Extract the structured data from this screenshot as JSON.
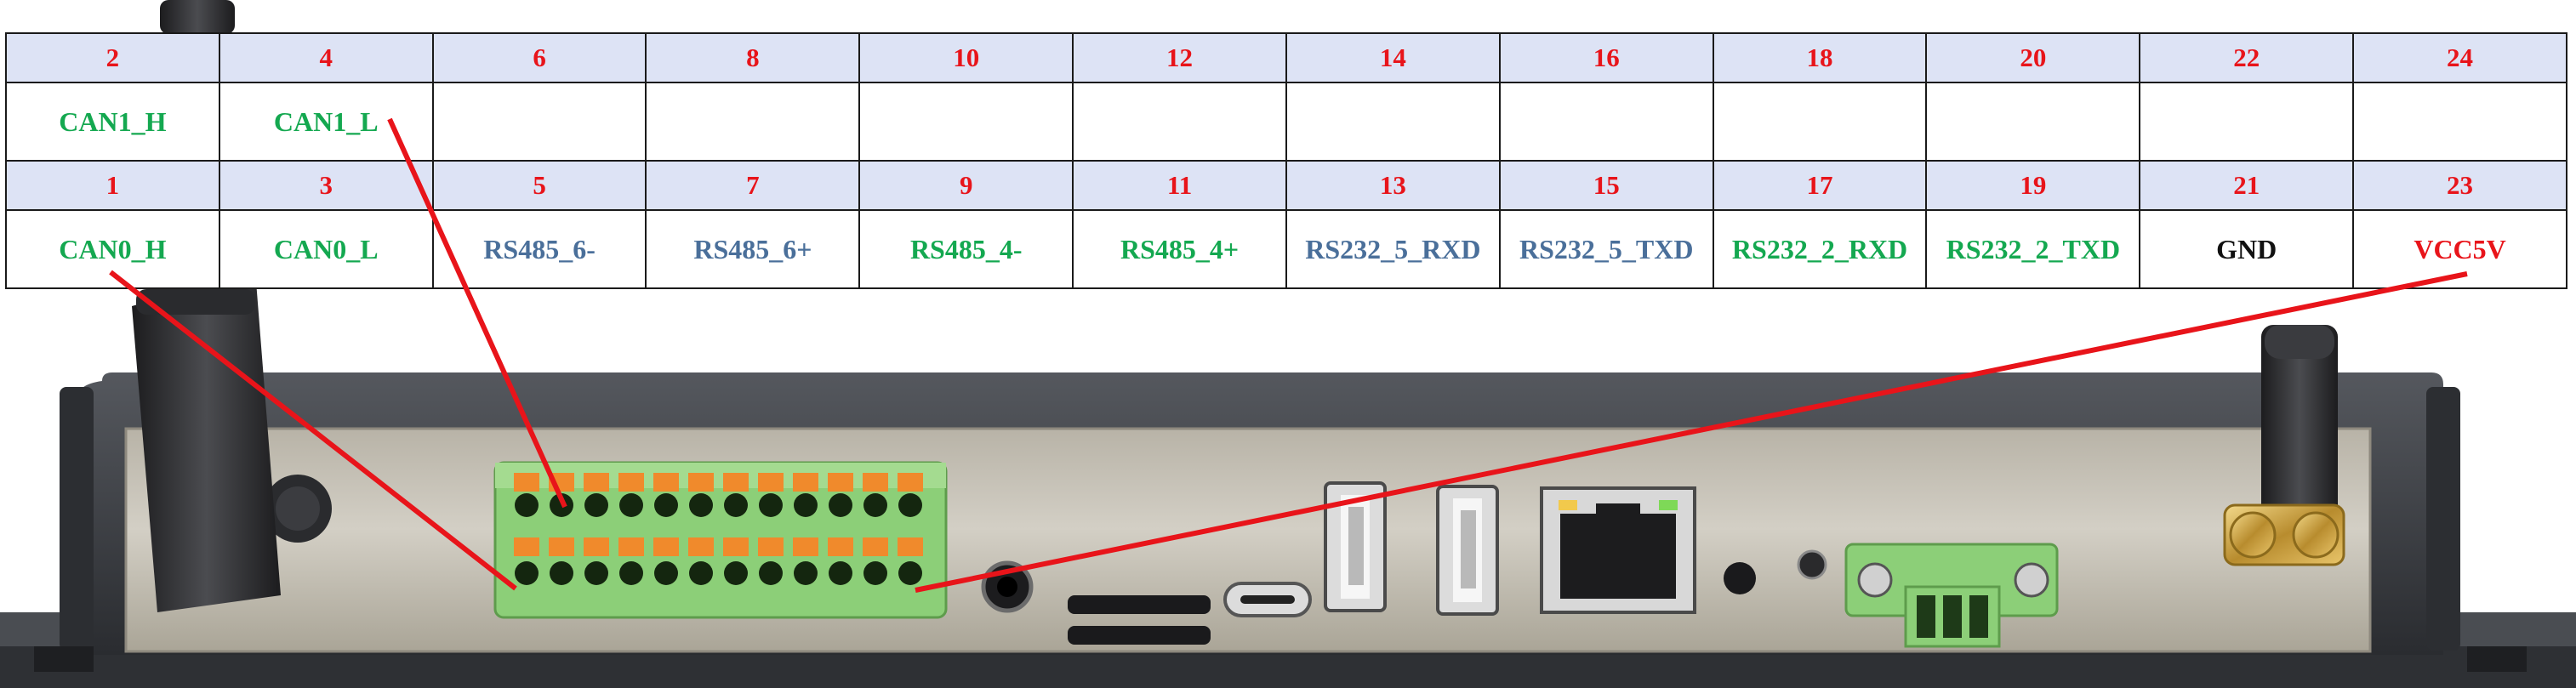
{
  "rows": [
    {
      "kind": "num",
      "cells": [
        {
          "text": "2"
        },
        {
          "text": "4"
        },
        {
          "text": "6"
        },
        {
          "text": "8"
        },
        {
          "text": "10"
        },
        {
          "text": "12"
        },
        {
          "text": "14"
        },
        {
          "text": "16"
        },
        {
          "text": "18"
        },
        {
          "text": "20"
        },
        {
          "text": "22"
        },
        {
          "text": "24"
        }
      ]
    },
    {
      "kind": "sig",
      "cells": [
        {
          "text": "CAN1_H",
          "color": "#14a850"
        },
        {
          "text": "CAN1_L",
          "color": "#14a850"
        },
        {
          "text": ""
        },
        {
          "text": ""
        },
        {
          "text": ""
        },
        {
          "text": ""
        },
        {
          "text": ""
        },
        {
          "text": ""
        },
        {
          "text": ""
        },
        {
          "text": ""
        },
        {
          "text": ""
        },
        {
          "text": ""
        }
      ]
    },
    {
      "kind": "num",
      "cells": [
        {
          "text": "1"
        },
        {
          "text": "3"
        },
        {
          "text": "5"
        },
        {
          "text": "7"
        },
        {
          "text": "9"
        },
        {
          "text": "11"
        },
        {
          "text": "13"
        },
        {
          "text": "15"
        },
        {
          "text": "17"
        },
        {
          "text": "19"
        },
        {
          "text": "21"
        },
        {
          "text": "23"
        }
      ]
    },
    {
      "kind": "sig",
      "cells": [
        {
          "text": "CAN0_H",
          "color": "#14a850"
        },
        {
          "text": "CAN0_L",
          "color": "#14a850"
        },
        {
          "text": "RS485_6-",
          "color": "#4a6f9a"
        },
        {
          "text": "RS485_6+",
          "color": "#4a6f9a"
        },
        {
          "text": "RS485_4-",
          "color": "#14a850"
        },
        {
          "text": "RS485_4+",
          "color": "#14a850"
        },
        {
          "text": "RS232_5_RXD",
          "color": "#4a6f9a"
        },
        {
          "text": "RS232_5_TXD",
          "color": "#4a6f9a"
        },
        {
          "text": "RS232_2_RXD",
          "color": "#14a850"
        },
        {
          "text": "RS232_2_TXD",
          "color": "#14a850"
        },
        {
          "text": "GND",
          "color": "#111111"
        },
        {
          "text": "VCC5V",
          "color": "#e8141a"
        }
      ]
    }
  ],
  "colors": {
    "pin_number": "#e8141a",
    "number_row_bg": "#dde3f5",
    "leader_line": "#e8141a",
    "terminal_block": "#8ccf78",
    "release_tab": "#f08a2c",
    "chassis": "#3a3d42",
    "panel": "#c9c4b8"
  },
  "connections": [
    {
      "signal": "CAN1_L",
      "pin": "4"
    },
    {
      "signal": "CAN0_H",
      "pin": "1"
    },
    {
      "signal": "VCC5V",
      "pin": "23"
    }
  ],
  "icons": [
    "antenna-icon",
    "usb-a-port-icon",
    "usb-c-port-icon",
    "rj45-port-icon",
    "audio-jack-icon",
    "sd-slot-icon",
    "sma-connector-icon",
    "led-icon"
  ]
}
